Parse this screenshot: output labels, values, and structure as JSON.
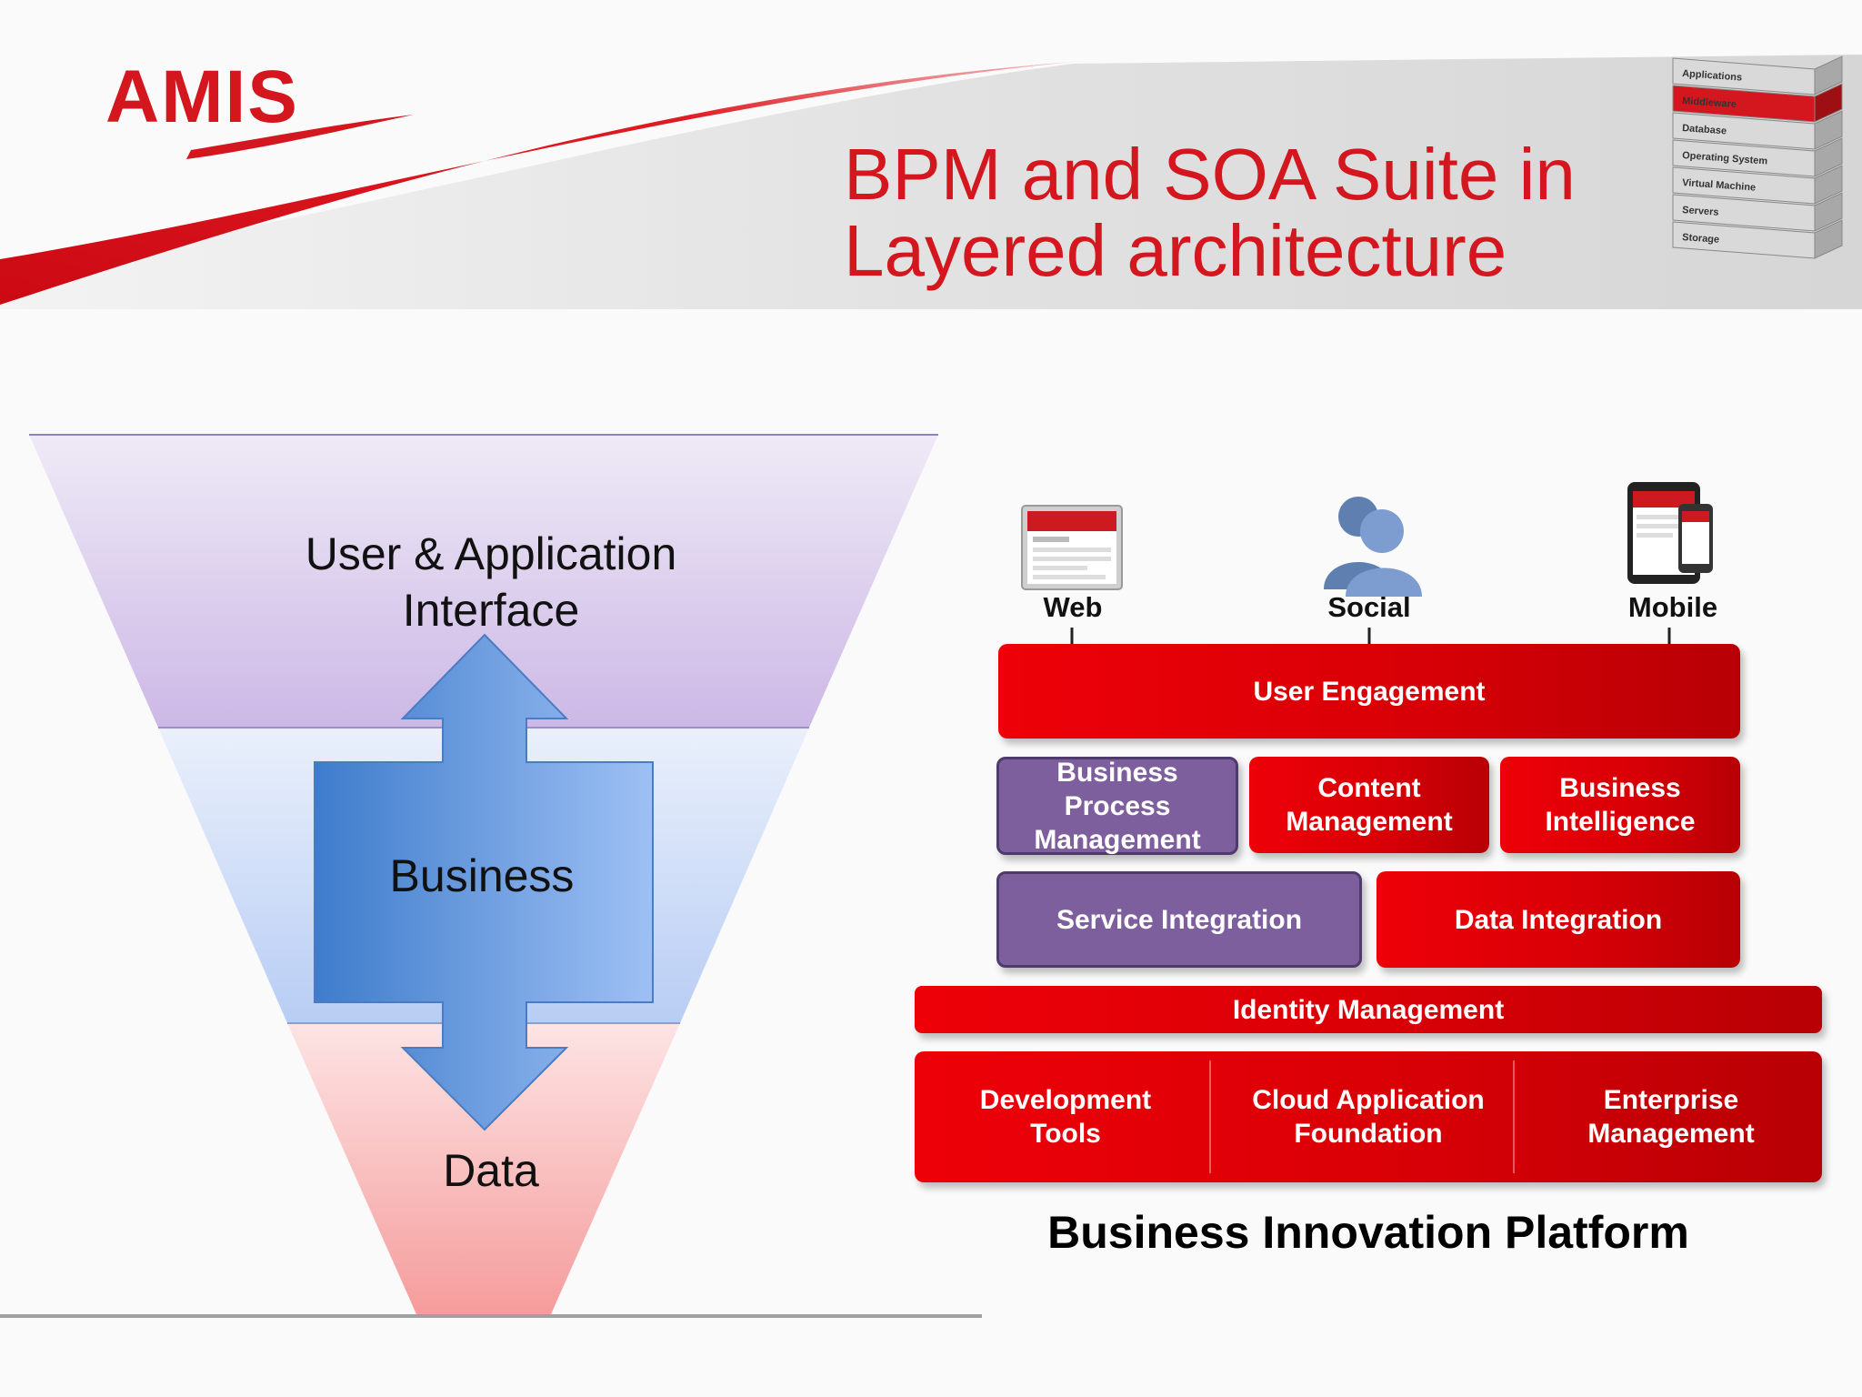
{
  "header": {
    "logo": "AMIS",
    "title_line1": "BPM and SOA Suite in",
    "title_line2": "Layered architecture"
  },
  "stack_icon": {
    "layers": [
      "Applications",
      "Middleware",
      "Database",
      "Operating System",
      "Virtual Machine",
      "Servers",
      "Storage"
    ],
    "highlight": "Middleware"
  },
  "funnel": {
    "top_line1": "User & Application",
    "top_line2": "Interface",
    "middle": "Business",
    "bottom": "Data"
  },
  "platform": {
    "channels": [
      "Web",
      "Social",
      "Mobile"
    ],
    "user_engagement": "User Engagement",
    "bpm_line1": "Business",
    "bpm_line2": "Process",
    "bpm_line3": "Management",
    "content_line1": "Content",
    "content_line2": "Management",
    "bi_line1": "Business",
    "bi_line2": "Intelligence",
    "service_integration": "Service Integration",
    "data_integration": "Data Integration",
    "identity": "Identity Management",
    "dev_line1": "Development",
    "dev_line2": "Tools",
    "caf_line1": "Cloud Application",
    "caf_line2": "Foundation",
    "em_line1": "Enterprise",
    "em_line2": "Management",
    "caption": "Business Innovation Platform"
  },
  "colors": {
    "brand_red": "#d4161e",
    "purple": "#7e5f9e",
    "funnel_top": "#d4c3ea",
    "funnel_mid": "#c4d6f6",
    "funnel_bottom": "#f7a8a8",
    "arrow_blue": "#5b8fdc"
  }
}
